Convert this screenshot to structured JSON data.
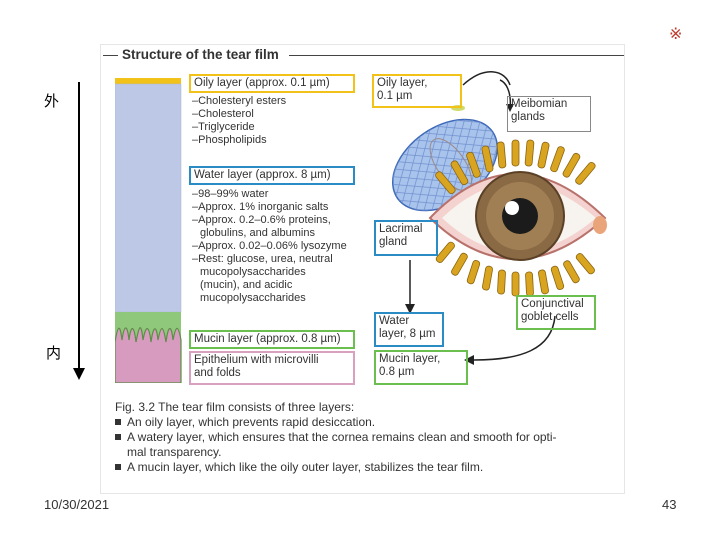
{
  "corner_mark": "※",
  "side_labels": {
    "outer": "外",
    "inner": "内"
  },
  "figure": {
    "title": "Structure of the tear film",
    "oily": {
      "label": "Oily layer (approx. 0.1 µm)",
      "items": [
        "–Cholesteryl esters",
        "–Cholesterol",
        "–Triglyceride",
        "–Phospholipids"
      ]
    },
    "water": {
      "label": "Water layer (approx. 8 µm)",
      "items": [
        "–98–99% water",
        "–Approx. 1% inorganic salts",
        "–Approx. 0.2–0.6% proteins,",
        " globulins, and albumins",
        "–Approx. 0.02–0.06% lysozyme",
        "–Rest: glucose, urea, neutral",
        " mucopolysaccharides",
        " (mucin), and acidic",
        " mucopolysaccharides"
      ]
    },
    "mucin": {
      "label": "Mucin layer (approx. 0.8 µm)"
    },
    "epithelium": {
      "line1": "Epithelium with microvilli",
      "line2": "and folds"
    },
    "eye_labels": {
      "oily_line1": "Oily layer,",
      "oily_line2": "0.1 µm",
      "meibomian_line1": "Meibomian",
      "meibomian_line2": "glands",
      "lacrimal_line1": "Lacrimal",
      "lacrimal_line2": "gland",
      "conj_line1": "Conjunctival",
      "conj_line2": "goblet cells",
      "water_line1": "Water",
      "water_line2": "layer, 8 µm",
      "mucin_line1": "Mucin layer,",
      "mucin_line2": "0.8 µm"
    },
    "caption": {
      "lead": "Fig. 3.2   The tear film consists of three layers:",
      "b1": "An oily layer, which prevents rapid desiccation.",
      "b2a": "A watery layer, which ensures that the cornea remains clean and smooth for opti-",
      "b2b": "mal transparency.",
      "b3": "A mucin layer, which like the oily outer layer, stabilizes the tear film."
    }
  },
  "footer": {
    "date": "10/30/2021",
    "page": "43"
  },
  "colors": {
    "oily": "#f2c21a",
    "water": "#2b8bc4",
    "mucin": "#6bbf4e",
    "epithelium": "#d9a0bf",
    "water_fill": "#bcc8e6",
    "mucin_fill": "#8fc87a",
    "epi_fill": "#d79bbf"
  }
}
